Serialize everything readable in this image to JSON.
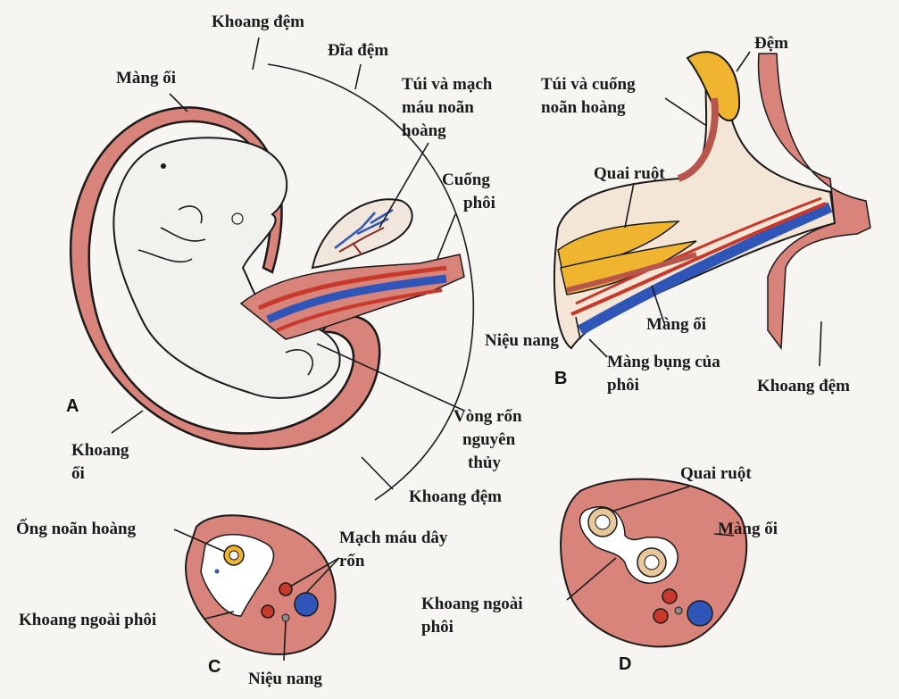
{
  "colors": {
    "pink": "#d9847a",
    "pink_dark": "#b8554c",
    "red": "#c8392b",
    "blue": "#2f55b8",
    "yellow": "#f0b52e",
    "embryo": "#f1f1ee",
    "outline": "#1a1a1a"
  },
  "panels": {
    "a": "A",
    "b": "B",
    "c": "C",
    "d": "D"
  },
  "labels": {
    "a_khoang_dem_top": "Khoang đệm",
    "a_dia_dem": "Đĩa đệm",
    "a_mang_oi": "Màng ối",
    "a_tui_mach_1": "Túi và mạch",
    "a_tui_mach_2": "máu noãn",
    "a_tui_mach_3": "hoàng",
    "a_cuong_1": "Cuống",
    "a_cuong_2": "phôi",
    "a_vong_1": "Vòng rốn",
    "a_vong_2": "nguyên",
    "a_vong_3": "thủy",
    "a_khoang_oi_1": "Khoang",
    "a_khoang_oi_2": "ối",
    "a_khoang_dem_bottom": "Khoang đệm",
    "b_dem": "Đệm",
    "b_tui_1": "Túi và cuống",
    "b_tui_2": "noãn hoàng",
    "b_quai": "Quai ruột",
    "b_nieu": "Niệu nang",
    "b_mang_oi": "Màng ối",
    "b_mang_bung_1": "Màng bụng của",
    "b_mang_bung_2": "phôi",
    "b_khoang_dem": "Khoang đệm",
    "c_ong": "Ống noãn hoàng",
    "c_mach_1": "Mạch máu dây",
    "c_mach_2": "rốn",
    "c_khoang": "Khoang ngoài phôi",
    "c_nieu": "Niệu nang",
    "d_quai": "Quai ruột",
    "d_mang_oi": "Màng ối",
    "d_khoang_1": "Khoang ngoài",
    "d_khoang_2": "phôi"
  }
}
